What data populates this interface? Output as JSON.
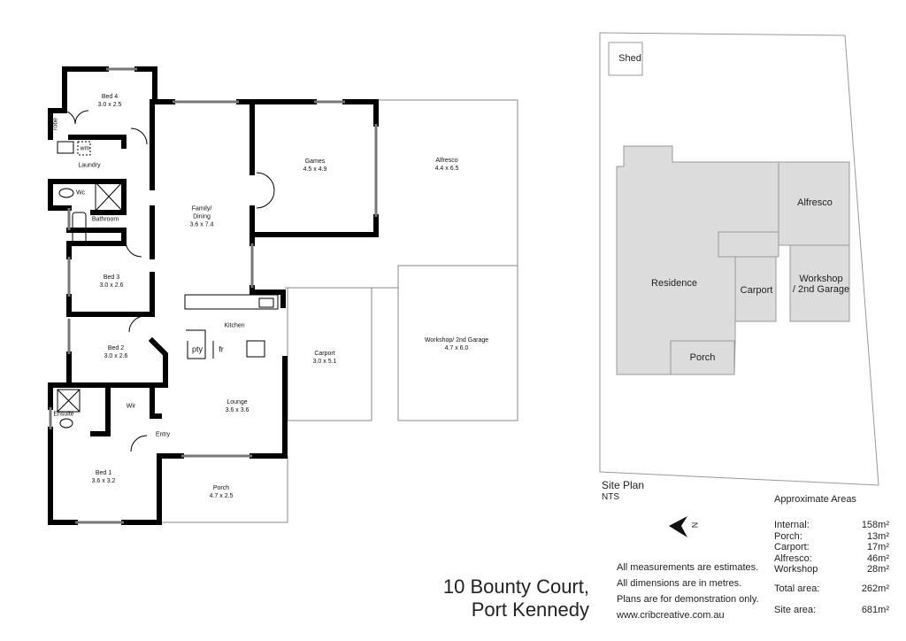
{
  "rooms": {
    "bed4": {
      "name": "Bed 4",
      "size": "3.0 x 2.5"
    },
    "robe": "robe",
    "wm": "wm",
    "laundry": "Laundry",
    "wc": "Wc",
    "bathroom": "Bathroom",
    "bed3": {
      "name": "Bed 3",
      "size": "3.0 x 2.6"
    },
    "bed2": {
      "name": "Bed 2",
      "size": "3.0 x 2.6"
    },
    "ensuite": "Ensuite",
    "wir": "Wir",
    "entry": "Entry",
    "bed1": {
      "name": "Bed 1",
      "size": "3.6 x 3.2"
    },
    "family": {
      "name": "Family/\nDining",
      "size": "3.6 x 7.4"
    },
    "games": {
      "name": "Games",
      "size": "4.5 x 4.9"
    },
    "alfresco": {
      "name": "Alfresco",
      "size": "4.4 x 6.5"
    },
    "kitchen": "Kitchen",
    "pty": "pty",
    "fr": "fr",
    "carport": {
      "name": "Carport",
      "size": "3.0 x 5.1"
    },
    "workshop": {
      "name": "Workshop/ 2nd Garage",
      "size": "4.7 x 6.0"
    },
    "lounge": {
      "name": "Lounge",
      "size": "3.6 x 3.6"
    },
    "porch": {
      "name": "Porch",
      "size": "4.7 x 2.5"
    }
  },
  "site_plan": {
    "shed": "Shed",
    "residence": "Residence",
    "alfresco": "Alfresco",
    "carport": "Carport",
    "workshop": "Workshop\n/ 2nd Garage",
    "porch": "Porch",
    "title": "Site Plan",
    "scale": "NTS",
    "north": "N"
  },
  "address": {
    "line1": "10 Bounty Court,",
    "line2": "Port Kennedy"
  },
  "notes": [
    "All measurements are estimates.",
    "All dimensions are in metres.",
    "Plans are for demonstration only.",
    "www.cribcreative.com.au"
  ],
  "areas": {
    "title": "Approximate Areas",
    "rows": [
      {
        "label": "Internal:",
        "value": "158m²"
      },
      {
        "label": "Porch:",
        "value": "13m²"
      },
      {
        "label": "Carport:",
        "value": "17m²"
      },
      {
        "label": "Alfresco:",
        "value": "46m²"
      },
      {
        "label": "Workshop",
        "value": "28m²"
      }
    ],
    "total": {
      "label": "Total area:",
      "value": "262m²"
    },
    "site": {
      "label": "Site area:",
      "value": "681m²"
    }
  }
}
